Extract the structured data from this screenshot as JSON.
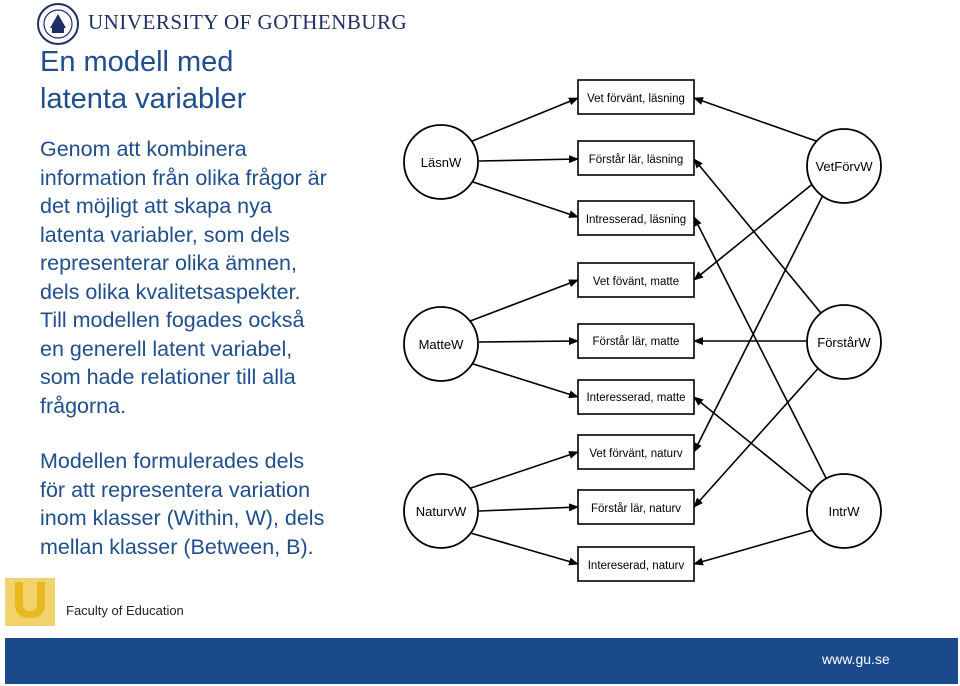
{
  "header": {
    "university": "UNIVERSITY OF GOTHENBURG"
  },
  "title": {
    "line1": "En modell med",
    "line2": "latenta variabler"
  },
  "body": {
    "paragraph1": [
      "Genom att kombinera",
      "information från olika frågor är",
      "det möjligt att skapa nya",
      "latenta variabler, som dels",
      "representerar olika ämnen,",
      "dels olika kvalitetsaspekter.",
      "Till modellen fogades också",
      "en generell latent variabel,",
      "som hade relationer till alla",
      "frågorna."
    ],
    "paragraph2": [
      "Modellen formulerades dels",
      "för att representera variation",
      "inom klasser (Within, W), dels",
      "mellan klasser (Between, B)."
    ]
  },
  "diagram": {
    "latent_left": [
      "LäsnW",
      "MatteW",
      "NaturvW"
    ],
    "latent_right": [
      "VetFörvW",
      "FörstårW",
      "IntrW"
    ],
    "indicators": [
      "Vet förvänt, läsning",
      "Förstår lär, läsning",
      "Intresserad, läsning",
      "Vet fövänt, matte",
      "Förstår lär, matte",
      "Interesserad, matte",
      "Vet förvänt, naturv",
      "Förstår lär, naturv",
      "Intereserad, naturv"
    ]
  },
  "footer": {
    "faculty": "Faculty of Education",
    "url": "www.gu.se"
  },
  "colors": {
    "title": "#1f4e8c",
    "footer_bar": "#1a4a8c",
    "logo_gold": "#e8b820"
  }
}
